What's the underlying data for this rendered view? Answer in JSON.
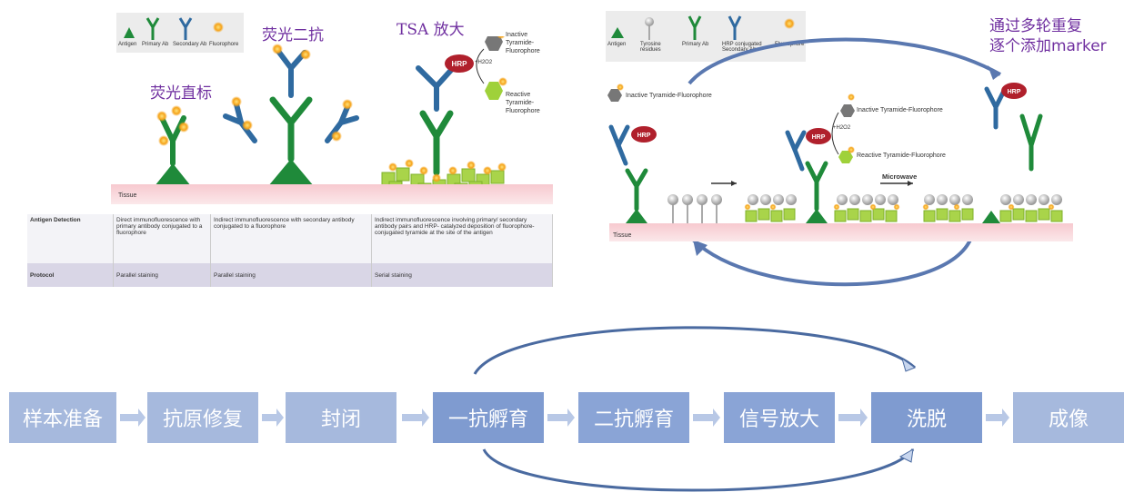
{
  "left_panel": {
    "legend": [
      "Antigen",
      "Primary Ab",
      "Secondary Ab",
      "Fluorophore"
    ],
    "labels": {
      "direct": "荧光直标",
      "indirect": "荧光二抗",
      "tsa": "TSA 放大"
    },
    "hrp": "HRP",
    "inactive": "Inactive\nTyramide-\nFluorophore",
    "reactive": "Reactive\nTyramide-\nFluorophore",
    "h2o2": "+H2O2",
    "tissue": "Tissue",
    "table": {
      "row_headers": [
        "Antigen Detection",
        "Protocol"
      ],
      "detection": [
        "Direct immunofluorescence with primary antibody conjugated to a fluorophore",
        "Indirect immunofluorescence with secondary antibody conjugated to a fluorophore",
        "Indirect immunofluorescence involving primary/ secondary antibody pairs and HRP- catalyzed deposition of fluorophore-conjugated tyramide at the site of the antigen"
      ],
      "protocol": [
        "Parallel staining",
        "Parallel staining",
        "Serial staining"
      ]
    }
  },
  "right_panel": {
    "legend": [
      "Antigen",
      "Tyrosine residues",
      "Primary Ab",
      "HRP conjugated Secondary Ab",
      "Fluorophore"
    ],
    "note_line1": "通过多轮重复",
    "note_line2": "逐个添加marker",
    "inactive": "Inactive Tyramide-Fluorophore",
    "inactive2": "Inactive Tyramide-Fluorophore",
    "reactive": "Reactive Tyramide-Fluorophore",
    "h2o2": "+H2O2",
    "microwave": "Microwave",
    "hrp": "HRP",
    "tissue": "Tissue"
  },
  "flow_steps": [
    "样本准备",
    "抗原修复",
    "封闭",
    "一抗孵育",
    "二抗孵育",
    "信号放大",
    "洗脱",
    "成像"
  ],
  "colors": {
    "step_light": "#a6b9dd",
    "step_mid": "#8aa4d6",
    "step_dark": "#7f9bd0",
    "label_purple": "#7030a0",
    "antibody_green": "#1f8a3a",
    "antibody_blue": "#2f6aa0",
    "hrp_red": "#b0202c",
    "fluorophore": "#f5a31a"
  }
}
